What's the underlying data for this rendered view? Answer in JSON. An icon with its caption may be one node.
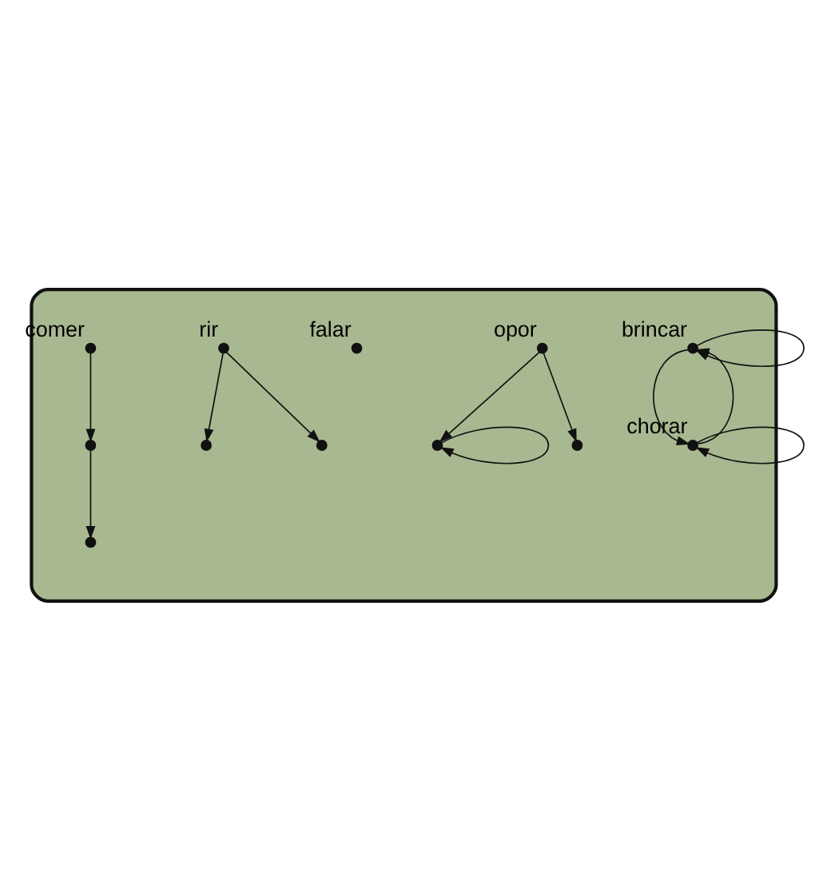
{
  "diagram": {
    "nodes": [
      {
        "text": [],
        "shape": "box"
      },
      {
        "text": [
          "brincar"
        ],
        "in": 0
      },
      {
        "text": [],
        "shape": "circle",
        "in": 0
      },
      {
        "text": [
          "opor"
        ],
        "in": 0
      },
      {
        "text": [
          "chorar"
        ],
        "in": 0
      },
      {
        "text": [],
        "shape": "circle",
        "in": 0
      },
      {
        "text": [
          "falar"
        ],
        "in": 0
      },
      {
        "text": [],
        "shape": "circle",
        "in": 0
      },
      {
        "text": [
          "rir"
        ],
        "in": 0
      },
      {
        "text": [],
        "shape": "circle",
        "in": 0
      },
      {
        "text": [
          "comer"
        ],
        "in": 0
      },
      {
        "text": [],
        "shape": "circle",
        "in": 0
      },
      {
        "text": [],
        "shape": "circle",
        "in": 0
      }
    ],
    "edges": [
      {
        "from": 1,
        "to": 1,
        "arrow": "to"
      },
      {
        "from": 4,
        "to": 1,
        "arrow": "to"
      },
      {
        "from": 1,
        "to": 4,
        "arrow": "to"
      },
      {
        "from": 4,
        "to": 4,
        "arrow": "to"
      },
      {
        "from": 2,
        "to": 2,
        "arrow": "to"
      },
      {
        "from": 3,
        "to": 2,
        "arrow": "to"
      },
      {
        "from": 3,
        "to": 5,
        "arrow": "to"
      },
      {
        "from": 8,
        "to": 7,
        "arrow": "to"
      },
      {
        "from": 8,
        "to": 9,
        "arrow": "to"
      },
      {
        "from": 10,
        "to": 12,
        "arrow": "to"
      },
      {
        "from": 12,
        "to": 11,
        "arrow": "to"
      }
    ]
  }
}
